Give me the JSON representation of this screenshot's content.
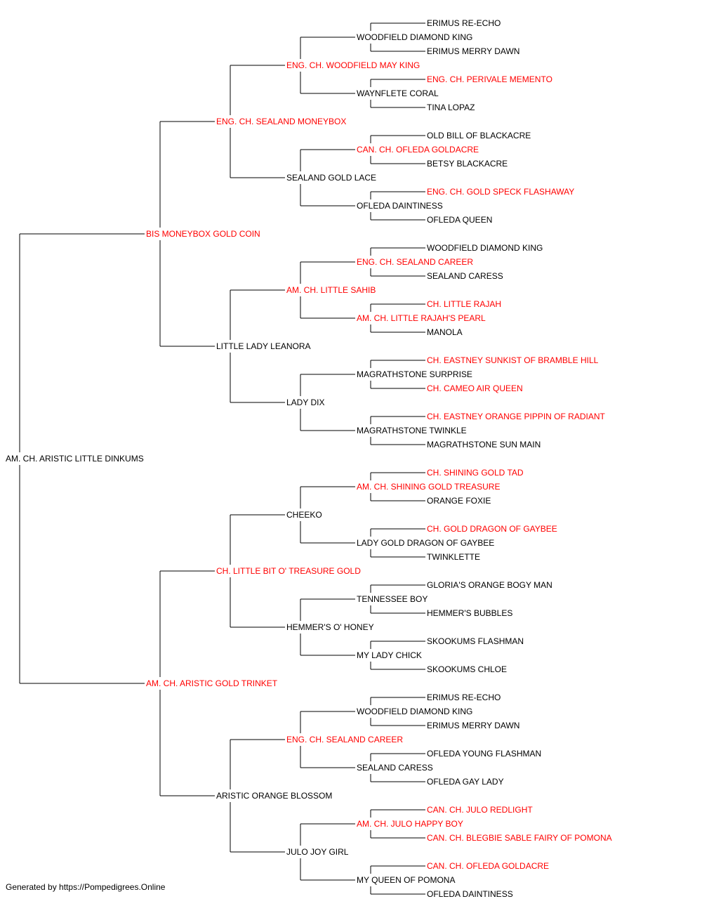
{
  "pedigree": {
    "name": "AM. CH. ARISTIC LITTLE DINKUMS",
    "champion": false,
    "sire": {
      "name": "BIS MONEYBOX GOLD COIN",
      "champion": true,
      "sire": {
        "name": "ENG. CH. SEALAND MONEYBOX",
        "champion": true,
        "sire": {
          "name": "ENG. CH. WOODFIELD MAY KING",
          "champion": true,
          "sire": {
            "name": "WOODFIELD DIAMOND KING",
            "champion": false,
            "sire": {
              "name": "ERIMUS RE-ECHO",
              "champion": false
            },
            "dam": {
              "name": "ERIMUS MERRY DAWN",
              "champion": false
            }
          },
          "dam": {
            "name": "WAYNFLETE CORAL",
            "champion": false,
            "sire": {
              "name": "ENG. CH. PERIVALE MEMENTO",
              "champion": true
            },
            "dam": {
              "name": "TINA LOPAZ",
              "champion": false
            }
          }
        },
        "dam": {
          "name": "SEALAND GOLD LACE",
          "champion": false,
          "sire": {
            "name": "CAN. CH. OFLEDA GOLDACRE",
            "champion": true,
            "sire": {
              "name": "OLD BILL OF BLACKACRE",
              "champion": false
            },
            "dam": {
              "name": "BETSY BLACKACRE",
              "champion": false
            }
          },
          "dam": {
            "name": "OFLEDA DAINTINESS",
            "champion": false,
            "sire": {
              "name": "ENG. CH. GOLD SPECK FLASHAWAY",
              "champion": true
            },
            "dam": {
              "name": "OFLEDA QUEEN",
              "champion": false
            }
          }
        }
      },
      "dam": {
        "name": "LITTLE LADY LEANORA",
        "champion": false,
        "sire": {
          "name": "AM. CH. LITTLE SAHIB",
          "champion": true,
          "sire": {
            "name": "ENG. CH. SEALAND CAREER",
            "champion": true,
            "sire": {
              "name": "WOODFIELD DIAMOND KING",
              "champion": false
            },
            "dam": {
              "name": "SEALAND CARESS",
              "champion": false
            }
          },
          "dam": {
            "name": "AM. CH. LITTLE RAJAH'S PEARL",
            "champion": true,
            "sire": {
              "name": "CH. LITTLE RAJAH",
              "champion": true
            },
            "dam": {
              "name": "MANOLA",
              "champion": false
            }
          }
        },
        "dam": {
          "name": "LADY DIX",
          "champion": false,
          "sire": {
            "name": "MAGRATHSTONE SURPRISE",
            "champion": false,
            "sire": {
              "name": "CH. EASTNEY SUNKIST OF BRAMBLE HILL",
              "champion": true
            },
            "dam": {
              "name": "CH. CAMEO AIR QUEEN",
              "champion": true
            }
          },
          "dam": {
            "name": "MAGRATHSTONE TWINKLE",
            "champion": false,
            "sire": {
              "name": "CH. EASTNEY ORANGE PIPPIN OF RADIANT",
              "champion": true
            },
            "dam": {
              "name": "MAGRATHSTONE SUN MAIN",
              "champion": false
            }
          }
        }
      }
    },
    "dam": {
      "name": "AM. CH. ARISTIC GOLD TRINKET",
      "champion": true,
      "sire": {
        "name": "CH. LITTLE BIT O' TREASURE GOLD",
        "champion": true,
        "sire": {
          "name": "CHEEKO",
          "champion": false,
          "sire": {
            "name": "AM. CH. SHINING GOLD TREASURE",
            "champion": true,
            "sire": {
              "name": "CH. SHINING GOLD TAD",
              "champion": true
            },
            "dam": {
              "name": "ORANGE FOXIE",
              "champion": false
            }
          },
          "dam": {
            "name": "LADY GOLD DRAGON OF GAYBEE",
            "champion": false,
            "sire": {
              "name": "CH. GOLD DRAGON OF GAYBEE",
              "champion": true
            },
            "dam": {
              "name": "TWINKLETTE",
              "champion": false
            }
          }
        },
        "dam": {
          "name": "HEMMER'S O' HONEY",
          "champion": false,
          "sire": {
            "name": "TENNESSEE BOY",
            "champion": false,
            "sire": {
              "name": "GLORIA'S ORANGE BOGY MAN",
              "champion": false
            },
            "dam": {
              "name": "HEMMER'S BUBBLES",
              "champion": false
            }
          },
          "dam": {
            "name": "MY LADY CHICK",
            "champion": false,
            "sire": {
              "name": "SKOOKUMS FLASHMAN",
              "champion": false
            },
            "dam": {
              "name": "SKOOKUMS CHLOE",
              "champion": false
            }
          }
        }
      },
      "dam": {
        "name": "ARISTIC ORANGE BLOSSOM",
        "champion": false,
        "sire": {
          "name": "ENG. CH. SEALAND CAREER",
          "champion": true,
          "sire": {
            "name": "WOODFIELD DIAMOND KING",
            "champion": false,
            "sire": {
              "name": "ERIMUS RE-ECHO",
              "champion": false
            },
            "dam": {
              "name": "ERIMUS MERRY DAWN",
              "champion": false
            }
          },
          "dam": {
            "name": "SEALAND CARESS",
            "champion": false,
            "sire": {
              "name": "OFLEDA YOUNG FLASHMAN",
              "champion": false
            },
            "dam": {
              "name": "OFLEDA GAY LADY",
              "champion": false
            }
          }
        },
        "dam": {
          "name": "JULO JOY GIRL",
          "champion": false,
          "sire": {
            "name": "AM. CH. JULO HAPPY BOY",
            "champion": true,
            "sire": {
              "name": "CAN. CH. JULO REDLIGHT",
              "champion": true
            },
            "dam": {
              "name": "CAN. CH. BLEGBIE SABLE FAIRY OF POMONA",
              "champion": true
            }
          },
          "dam": {
            "name": "MY QUEEN OF POMONA",
            "champion": false,
            "sire": {
              "name": "CAN. CH. OFLEDA GOLDACRE",
              "champion": true
            },
            "dam": {
              "name": "OFLEDA DAINTINESS",
              "champion": false
            }
          }
        }
      }
    }
  },
  "colors": {
    "champion": "#ff0000",
    "normal": "#000000",
    "line": "#000000"
  },
  "footer": "Generated by https://Pompedigrees.Online"
}
